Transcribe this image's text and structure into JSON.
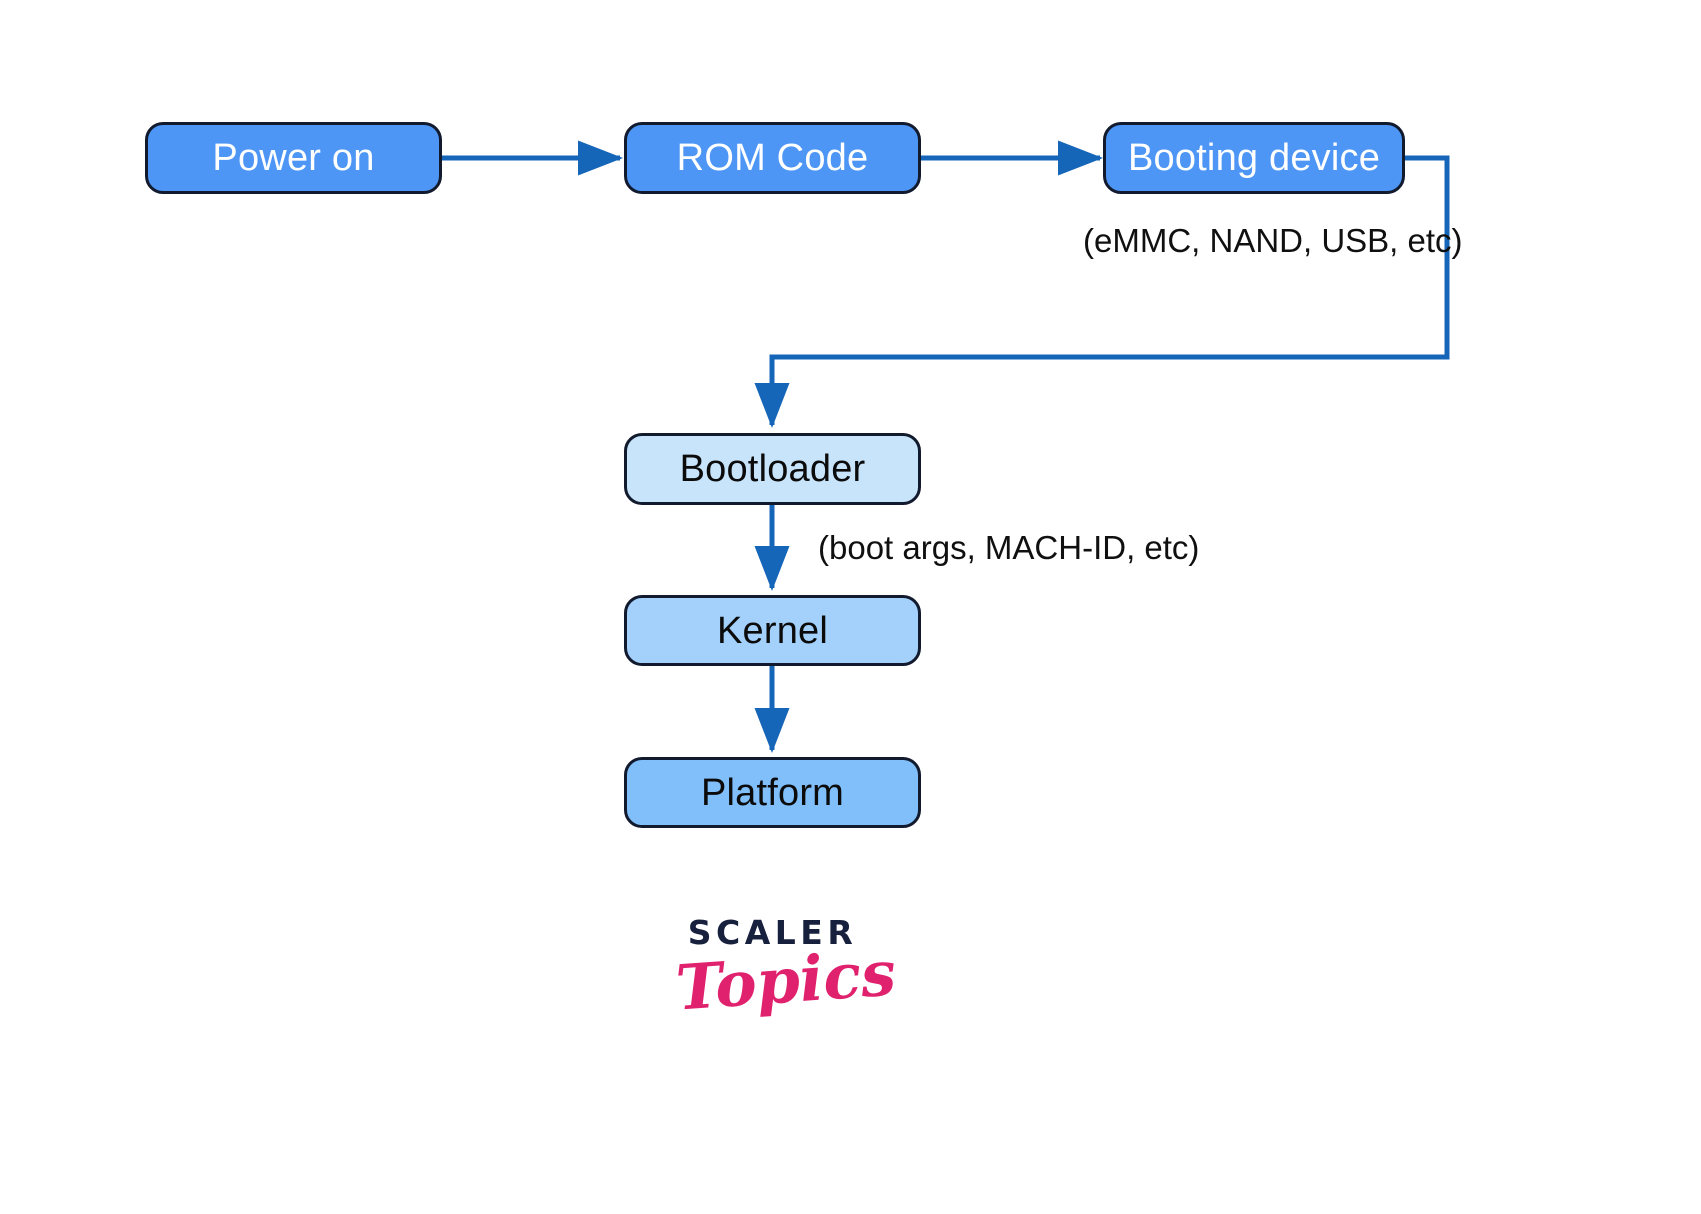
{
  "diagram": {
    "title": "Linux boot sequence flowchart",
    "colors": {
      "node_primary_fill": "#4d96f5",
      "node_primary_text": "#ffffff",
      "node_level1_fill": "#c7e4fb",
      "node_level2_fill": "#a3d1fb",
      "node_level3_fill": "#80bffa",
      "node_border": "#121a2e",
      "connector": "#1565b8",
      "background": "#ffffff",
      "logo_dark": "#17203c",
      "logo_pink": "#e0216d"
    },
    "nodes": [
      {
        "id": "power-on",
        "label": "Power on"
      },
      {
        "id": "rom-code",
        "label": "ROM Code"
      },
      {
        "id": "booting-device",
        "label": "Booting device"
      },
      {
        "id": "bootloader",
        "label": "Bootloader"
      },
      {
        "id": "kernel",
        "label": "Kernel"
      },
      {
        "id": "platform",
        "label": "Platform"
      }
    ],
    "annotations": [
      {
        "id": "booting-device-note",
        "text": "(eMMC, NAND, USB, etc)"
      },
      {
        "id": "bootloader-note",
        "text": "(boot args, MACH-ID, etc)"
      }
    ],
    "edges": [
      {
        "from": "power-on",
        "to": "rom-code"
      },
      {
        "from": "rom-code",
        "to": "booting-device"
      },
      {
        "from": "booting-device",
        "to": "bootloader"
      },
      {
        "from": "bootloader",
        "to": "kernel"
      },
      {
        "from": "kernel",
        "to": "platform"
      }
    ]
  },
  "logo": {
    "brand": "SCALER",
    "product": "Topics"
  }
}
